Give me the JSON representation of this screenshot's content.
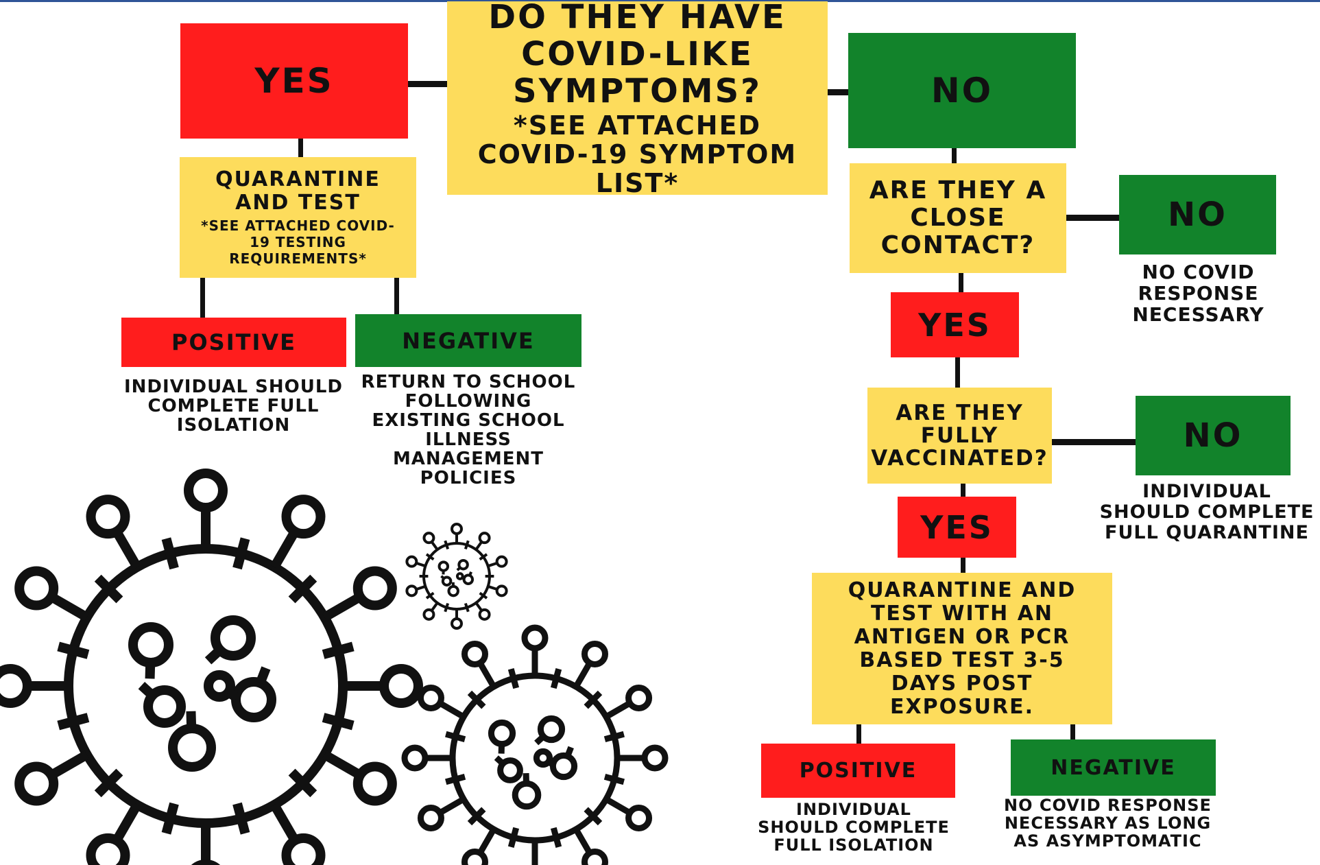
{
  "question": {
    "main": "DO THEY HAVE COVID-LIKE SYMPTOMS?",
    "note": "*SEE ATTACHED COVID-19 SYMPTOM LIST*"
  },
  "left": {
    "yes": "YES",
    "quarantine_title": "QUARANTINE AND TEST",
    "quarantine_note": "*SEE ATTACHED COVID-19 TESTING REQUIREMENTS*",
    "positive": "POSITIVE",
    "positive_text": "INDIVIDUAL SHOULD COMPLETE FULL ISOLATION",
    "negative": "NEGATIVE",
    "negative_text": "RETURN TO SCHOOL FOLLOWING EXISTING SCHOOL ILLNESS MANAGEMENT POLICIES"
  },
  "right": {
    "no": "NO",
    "close_contact": "ARE THEY A CLOSE CONTACT?",
    "no2": "NO",
    "no2_text": "NO COVID RESPONSE NECESSARY",
    "yes2": "YES",
    "vaccinated": "ARE THEY FULLY VACCINATED?",
    "no3": "NO",
    "no3_text": "INDIVIDUAL SHOULD COMPLETE FULL QUARANTINE",
    "yes3": "YES",
    "quarantine_test": "QUARANTINE AND TEST WITH AN ANTIGEN OR PCR BASED TEST 3-5 DAYS POST EXPOSURE.",
    "positive": "POSITIVE",
    "positive_text": "INDIVIDUAL SHOULD COMPLETE FULL ISOLATION",
    "negative": "NEGATIVE",
    "negative_text": "NO COVID RESPONSE NECESSARY AS LONG AS ASYMPTOMATIC"
  },
  "colors": {
    "red": "#ff1d1d",
    "green": "#12832b",
    "yellow": "#fddc5c"
  },
  "icons": [
    "virus-icon-large",
    "virus-icon-small",
    "virus-icon-medium"
  ]
}
